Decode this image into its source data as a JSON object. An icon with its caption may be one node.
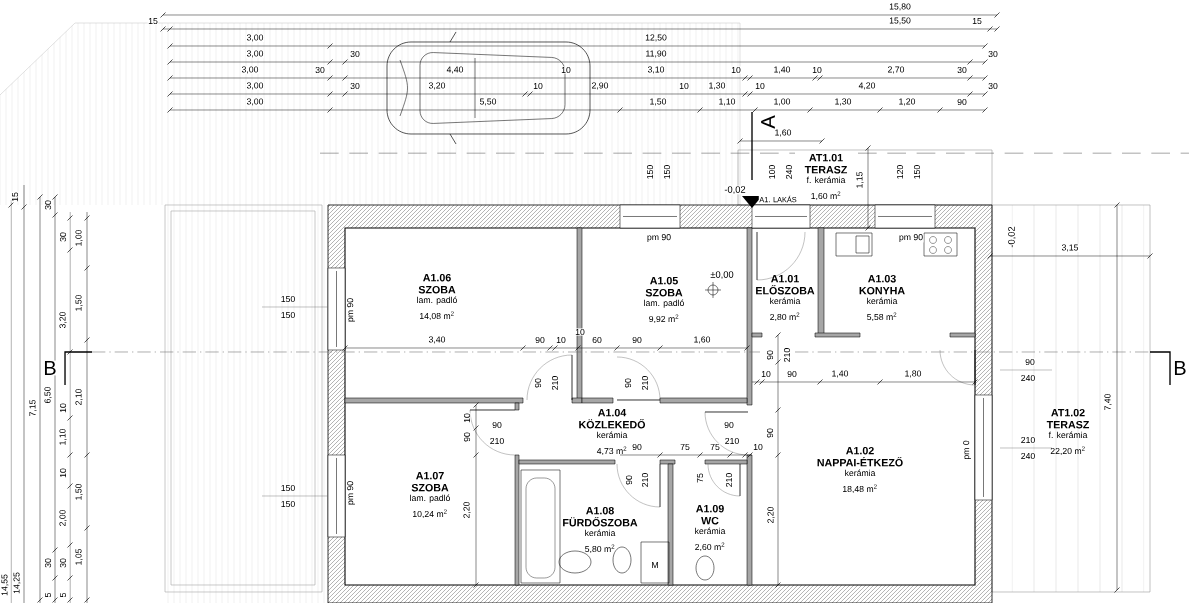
{
  "diagram": {
    "nodes": [
      {
        "text": [
          "AT1.01 TERASZ",
          "f. kerámia",
          "1,60 m$^{2}$"
        ]
      },
      {
        "text": [
          "A1.06 SZOBA",
          "lam. padló",
          "14,08 m$^{2}$"
        ]
      },
      {
        "text": [
          "A1.05 SZOBA",
          "lam. padló",
          "9,92 m$^{2}$"
        ]
      },
      {
        "text": [
          "A1.01 ELŐSZOBA",
          "kerámia",
          "2,80 m$^{2}$"
        ]
      },
      {
        "text": [
          "A1.03 KONYHA",
          "kerámia",
          "5,58 m$^{2}$"
        ]
      },
      {
        "text": [
          "AT1.02 TERASZ",
          "f. kerámia",
          "22,20 m$^{2}$"
        ]
      },
      {
        "text": [
          "A1.04 KÖZLEKEDŐ",
          "kerámia",
          "4,73 m$^{2}$"
        ]
      },
      {
        "text": [
          "A1.07 SZOBA",
          "lam. padló",
          "10,24 m$^{2}$"
        ]
      },
      {
        "text": [
          "A1.02 NAPPAI-ÉTKEZŐ",
          "kerámia",
          "18,48 m$^{2}$"
        ]
      },
      {
        "text": [
          "A1.08 FÜRDŐSZOBA",
          "kerámia",
          "5,80 m$^{2}$"
        ]
      },
      {
        "text": [
          "A1.09 WC",
          "kerámia",
          "2,60 m$^{2}$"
        ]
      }
    ],
    "labels": [
      "15,80",
      "15",
      "15,50",
      "15",
      "3,00",
      "12,50",
      "3,00",
      "30",
      "11,90",
      "30",
      "3,00",
      "30",
      "4,40",
      "10",
      "3,10",
      "10",
      "1,40",
      "10",
      "2,70",
      "30",
      "3,00",
      "30",
      "3,20",
      "10",
      "2,90",
      "10",
      "1,30",
      "10",
      "4,20",
      "30",
      "3,00",
      "5,50",
      "1,50",
      "1,10",
      "1,00",
      "1,30",
      "1,20",
      "90",
      "A",
      "1,60",
      "150",
      "150",
      "100",
      "240",
      "1,15",
      "120",
      "150",
      "-0,02",
      "A1. LAKÁS",
      "15",
      "30",
      "pm 90",
      "pm 90",
      "-0,02",
      "30",
      "1,00",
      "3,15",
      "±0,00",
      "150",
      "1,50",
      "pm 90",
      "150",
      "3,20",
      "3,40",
      "90",
      "10",
      "10",
      "60",
      "90",
      "1,60",
      "90",
      "210",
      "90",
      "B",
      "B",
      "10",
      "90",
      "1,40",
      "1,80",
      "240",
      "90",
      "210",
      "90",
      "210",
      "7,15",
      "6,50",
      "10",
      "2,10",
      "7,40",
      "10",
      "90",
      "90",
      "90",
      "1,10",
      "90",
      "210",
      "210",
      "210",
      "90",
      "75",
      "75",
      "10",
      "pm 0",
      "240",
      "10",
      "90",
      "210",
      "75",
      "210",
      "2,00",
      "1,50",
      "150",
      "150",
      "pm 90",
      "2,20",
      "2,20",
      "30",
      "30",
      "1,05",
      "M",
      "14,55",
      "14,25",
      "5",
      "5"
    ]
  }
}
